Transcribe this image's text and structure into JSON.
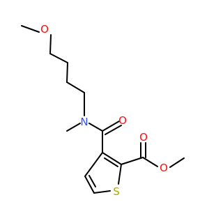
{
  "molecule": {
    "atoms": {
      "methoxy_oxygen": "O",
      "amide_nitrogen": "N",
      "amide_oxygen": "O",
      "ester_carbonyl_oxygen": "O",
      "ester_single_oxygen": "O",
      "ring_sulfur": "S"
    }
  },
  "colors": {
    "bond": "#000000",
    "oxygen": "#ff0d0d",
    "nitrogen": "#3050f8",
    "sulfur": "#b2a800"
  }
}
